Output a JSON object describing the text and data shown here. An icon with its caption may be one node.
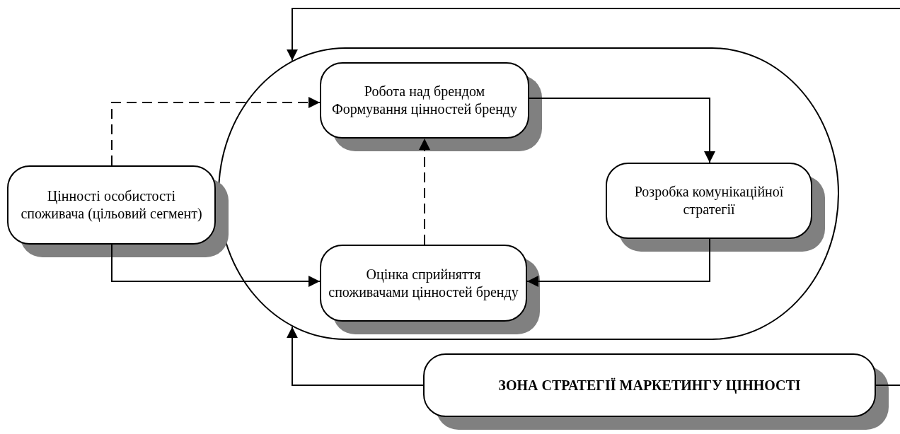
{
  "diagram": {
    "nodes": [
      {
        "text": [],
        "shape": "ellipse"
      },
      {
        "text": [
          "Робота над брендом",
          "Формування цінностей бренду"
        ],
        "in": 0
      },
      {
        "text": [
          "Цінності особистості споживача (цільовий сегмент)"
        ]
      },
      {
        "text": [
          "Розробка комунікаційної стратегії"
        ],
        "in": 0
      },
      {
        "text": [
          "Оцінка сприйняття споживачами цінностей бренду"
        ],
        "in": 0
      },
      {
        "text": [
          "ЗОНА СТРАТЕГІЇ МАРКЕТИНГУ ЦІННОСТІ"
        ]
      }
    ],
    "edges": [
      {
        "from": 2,
        "to": 1,
        "arrow": "to",
        "style": "dashed"
      },
      {
        "from": 1,
        "to": 3,
        "arrow": "to"
      },
      {
        "from": 3,
        "to": 4,
        "arrow": "to"
      },
      {
        "from": 4,
        "to": 1,
        "arrow": "to",
        "style": "dashed"
      },
      {
        "from": 2,
        "to": 4,
        "arrow": "to"
      },
      {
        "from": 5,
        "to": 0,
        "arrow": "to"
      },
      {
        "from": null,
        "to": 0,
        "arrow": "to"
      },
      {
        "from": 5,
        "to": null,
        "arrow": "none"
      }
    ]
  }
}
